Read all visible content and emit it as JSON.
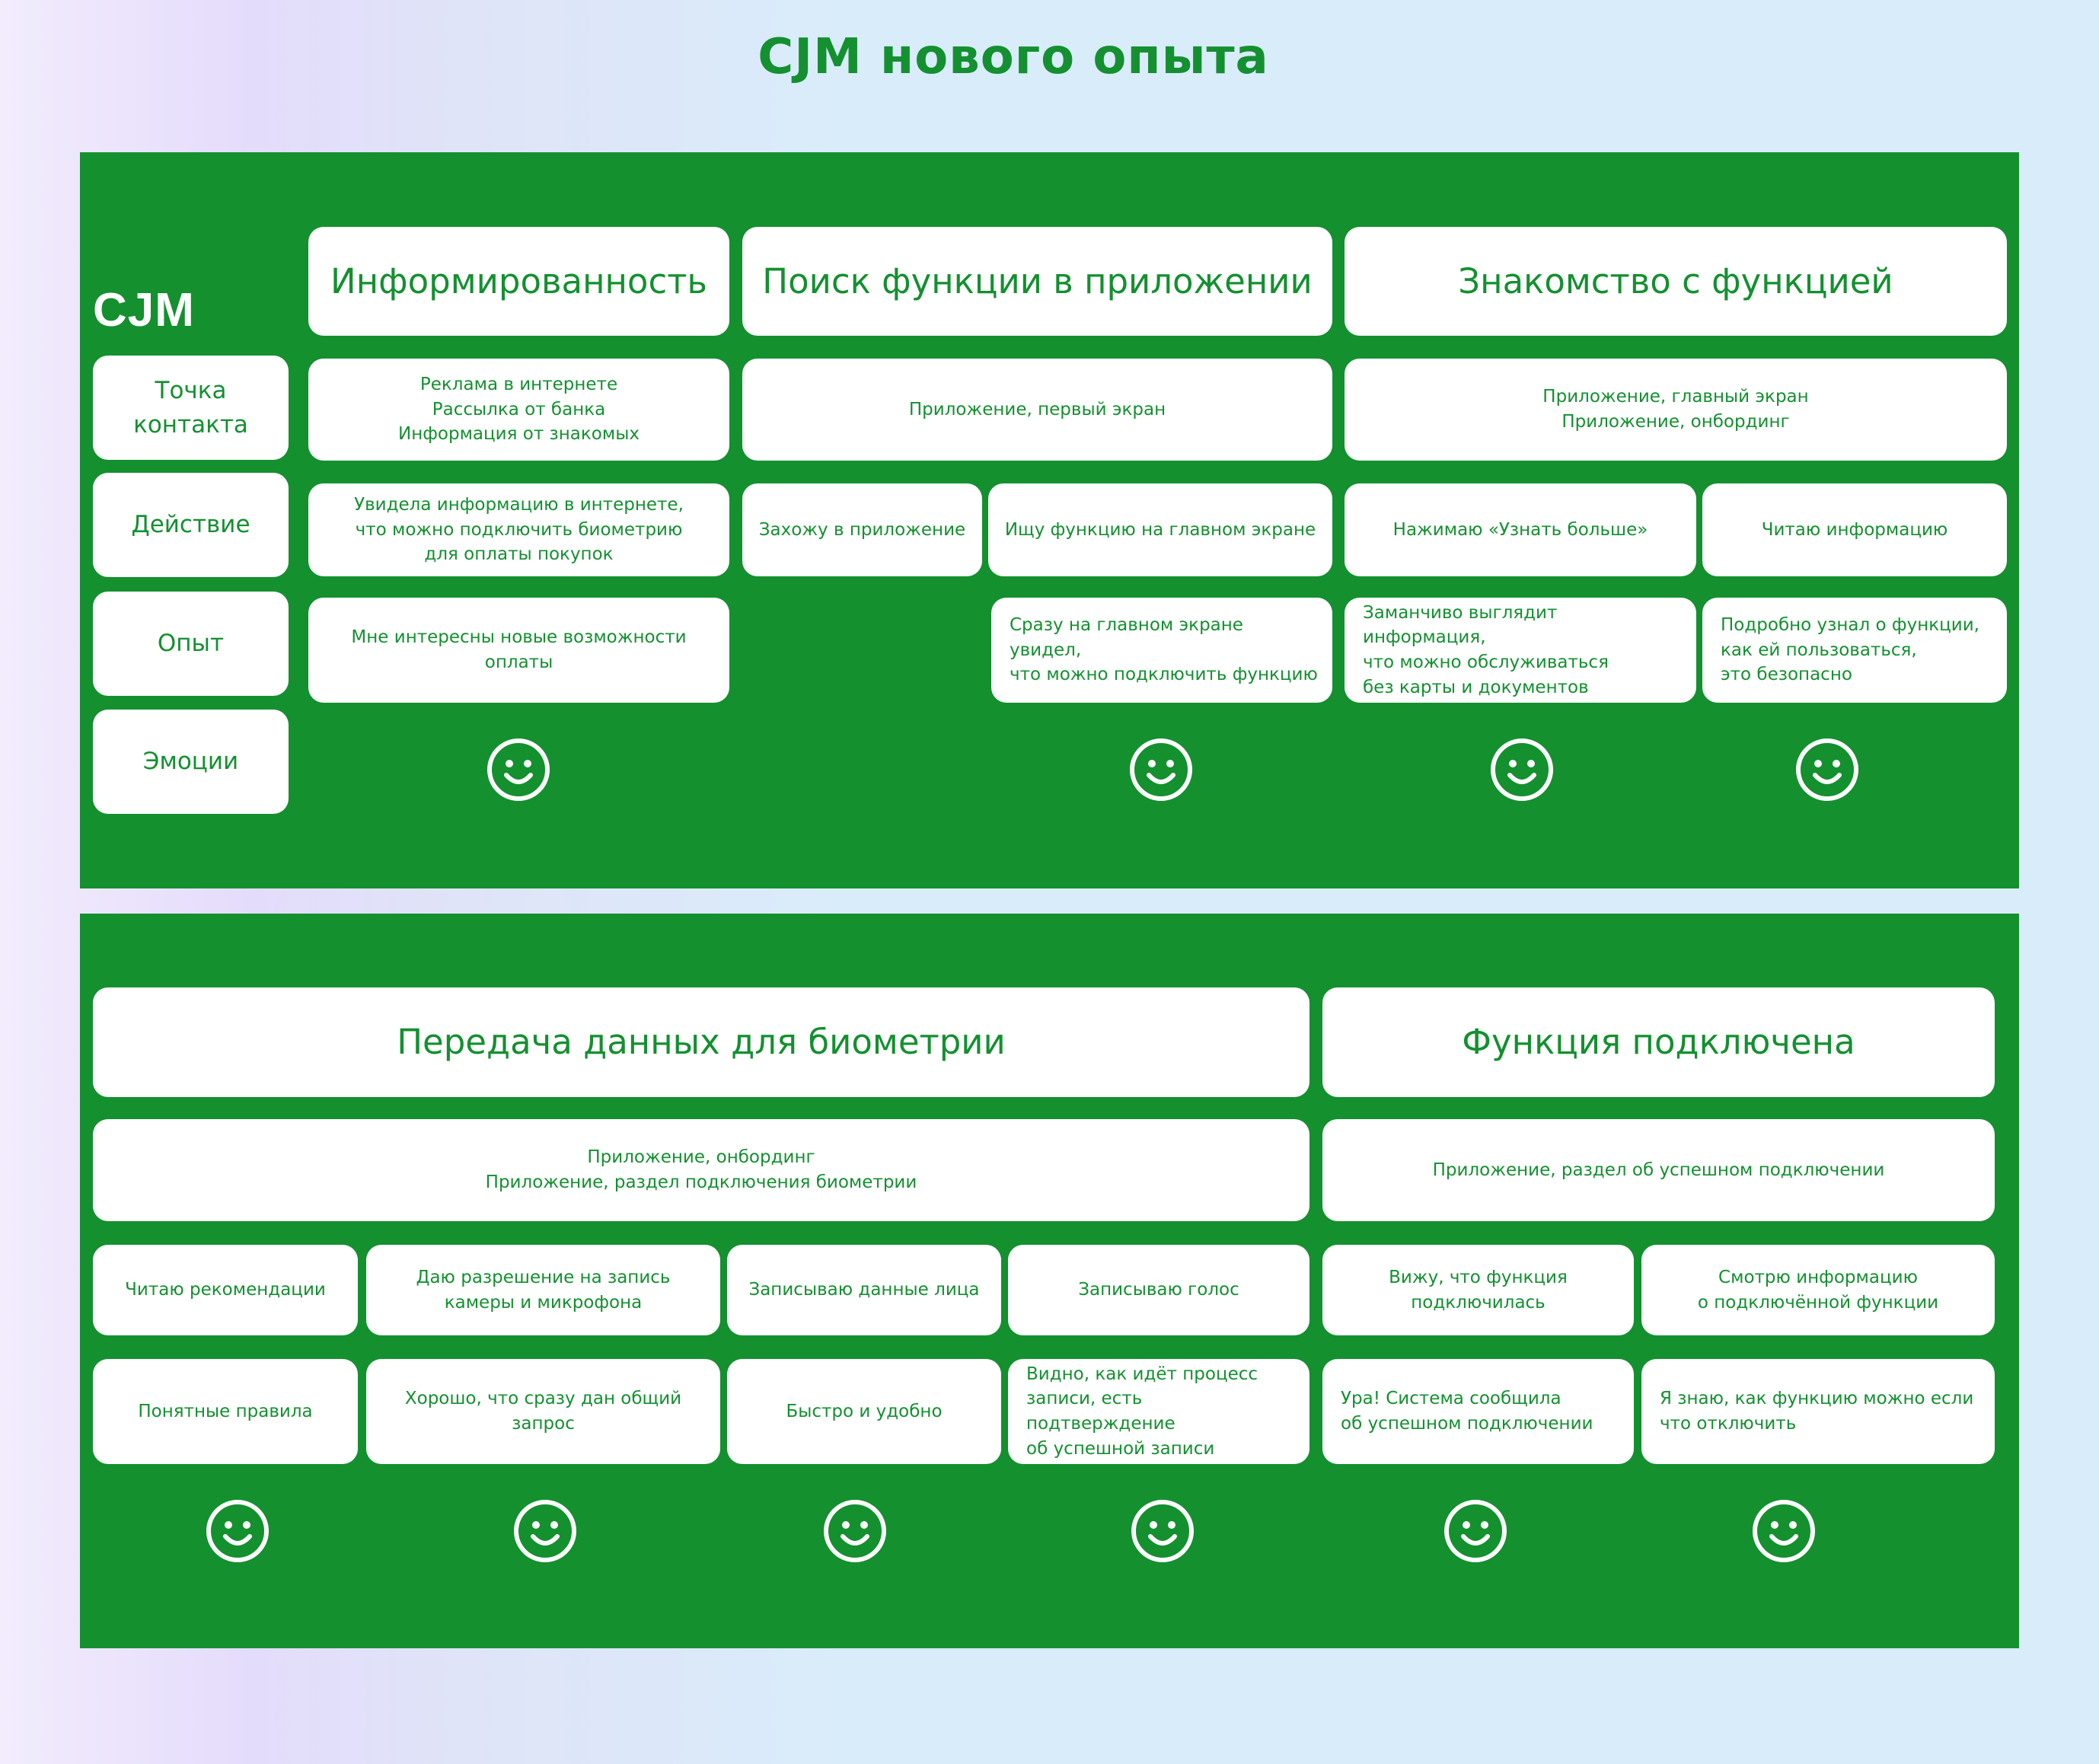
{
  "page": {
    "title": "CJM нового опыта",
    "colors": {
      "brand_green": "#14902F",
      "card_bg": "#FFFFFF",
      "text_green": "#149030"
    }
  },
  "panel1": {
    "label": "CJM",
    "row_labels": [
      "Точка контакта",
      "Действие",
      "Опыт",
      "Эмоции"
    ],
    "stages": [
      {
        "title": "Информированность",
        "touchpoint": "Реклама в интернете\nРассылка от банка\nИнформация от знакомых",
        "actions": [
          "Увидела информацию в интернете,\nчто можно подключить биометрию\nдля оплаты покупок"
        ],
        "experiences": [
          "Мне интересны новые возможности оплаты"
        ],
        "emotions": [
          "smile"
        ]
      },
      {
        "title": "Поиск функции в приложении",
        "touchpoint": "Приложение, первый экран",
        "actions": [
          "Захожу в приложение",
          "Ищу функцию на главном экране"
        ],
        "experiences": [
          "Сразу на главном экране увидел,\nчто можно подключить функцию"
        ],
        "emotions": [
          "smile"
        ]
      },
      {
        "title": "Знакомство с функцией",
        "touchpoint": "Приложение, главный экран\nПриложение, онбординг",
        "actions": [
          "Нажимаю «Узнать больше»",
          "Читаю информацию"
        ],
        "experiences": [
          "Заманчиво выглядит информация,\nчто можно обслуживаться\nбез карты и документов",
          "Подробно узнал о функции,\nкак ей пользоваться,\nэто безопасно"
        ],
        "emotions": [
          "smile",
          "smile"
        ]
      }
    ]
  },
  "panel2": {
    "stages": [
      {
        "title": "Передача данных для биометрии",
        "touchpoint": "Приложение, онбординг\nПриложение, раздел подключения биометрии",
        "actions": [
          "Читаю рекомендации",
          "Даю разрешение на запись\nкамеры и микрофона",
          "Записываю данные лица",
          "Записываю голос"
        ],
        "experiences": [
          "Понятные правила",
          "Хорошо, что сразу дан общий запрос",
          "Быстро и удобно",
          "Видно, как идёт процесс\nзаписи, есть подтверждение\nоб успешной записи"
        ],
        "emotions": [
          "smile",
          "smile",
          "smile",
          "smile"
        ]
      },
      {
        "title": "Функция подключена",
        "touchpoint": "Приложение, раздел об успешном подключении",
        "actions": [
          "Вижу, что функция\nподключилась",
          "Смотрю информацию\nо подключённой функции"
        ],
        "experiences": [
          "Ура! Система сообщила\nоб успешном подключении",
          "Я знаю, как функцию можно если\nчто отключить"
        ],
        "emotions": [
          "smile",
          "smile"
        ]
      }
    ]
  }
}
